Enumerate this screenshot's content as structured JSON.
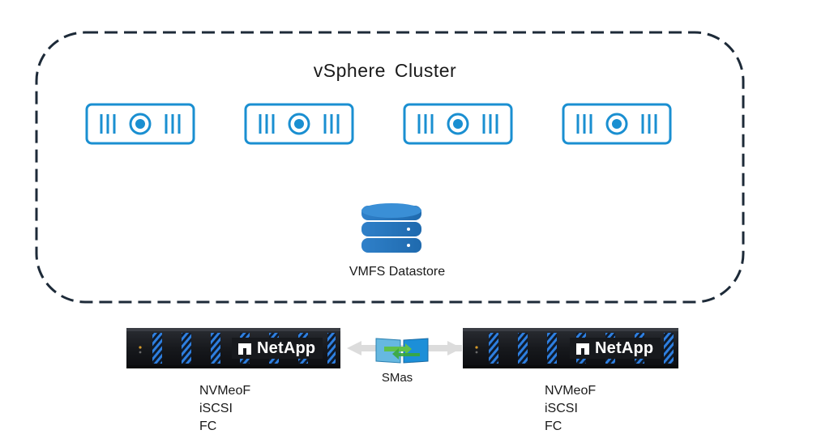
{
  "diagram": {
    "cluster": {
      "title": "vSphere  Cluster",
      "hosts": [
        {
          "icon": "server-host-icon"
        },
        {
          "icon": "server-host-icon"
        },
        {
          "icon": "server-host-icon"
        },
        {
          "icon": "server-host-icon"
        }
      ]
    },
    "datastore": {
      "icon": "database-icon",
      "label": "VMFS Datastore"
    },
    "replication": {
      "icon": "sync-arrows-icon",
      "label": "SMas"
    },
    "arrays": [
      {
        "brand": "NetApp",
        "protocols": [
          "NVMeoF",
          "iSCSI",
          "FC"
        ]
      },
      {
        "brand": "NetApp",
        "protocols": [
          "NVMeoF",
          "iSCSI",
          "FC"
        ]
      }
    ]
  },
  "colors": {
    "host_stroke": "#1a8fd1",
    "boundary": "#1d2a38",
    "datastore": "#2f80c9",
    "array_body": "#1b1d21",
    "array_stripe": "#2e7fe0",
    "connector": "#dcdcdc"
  }
}
